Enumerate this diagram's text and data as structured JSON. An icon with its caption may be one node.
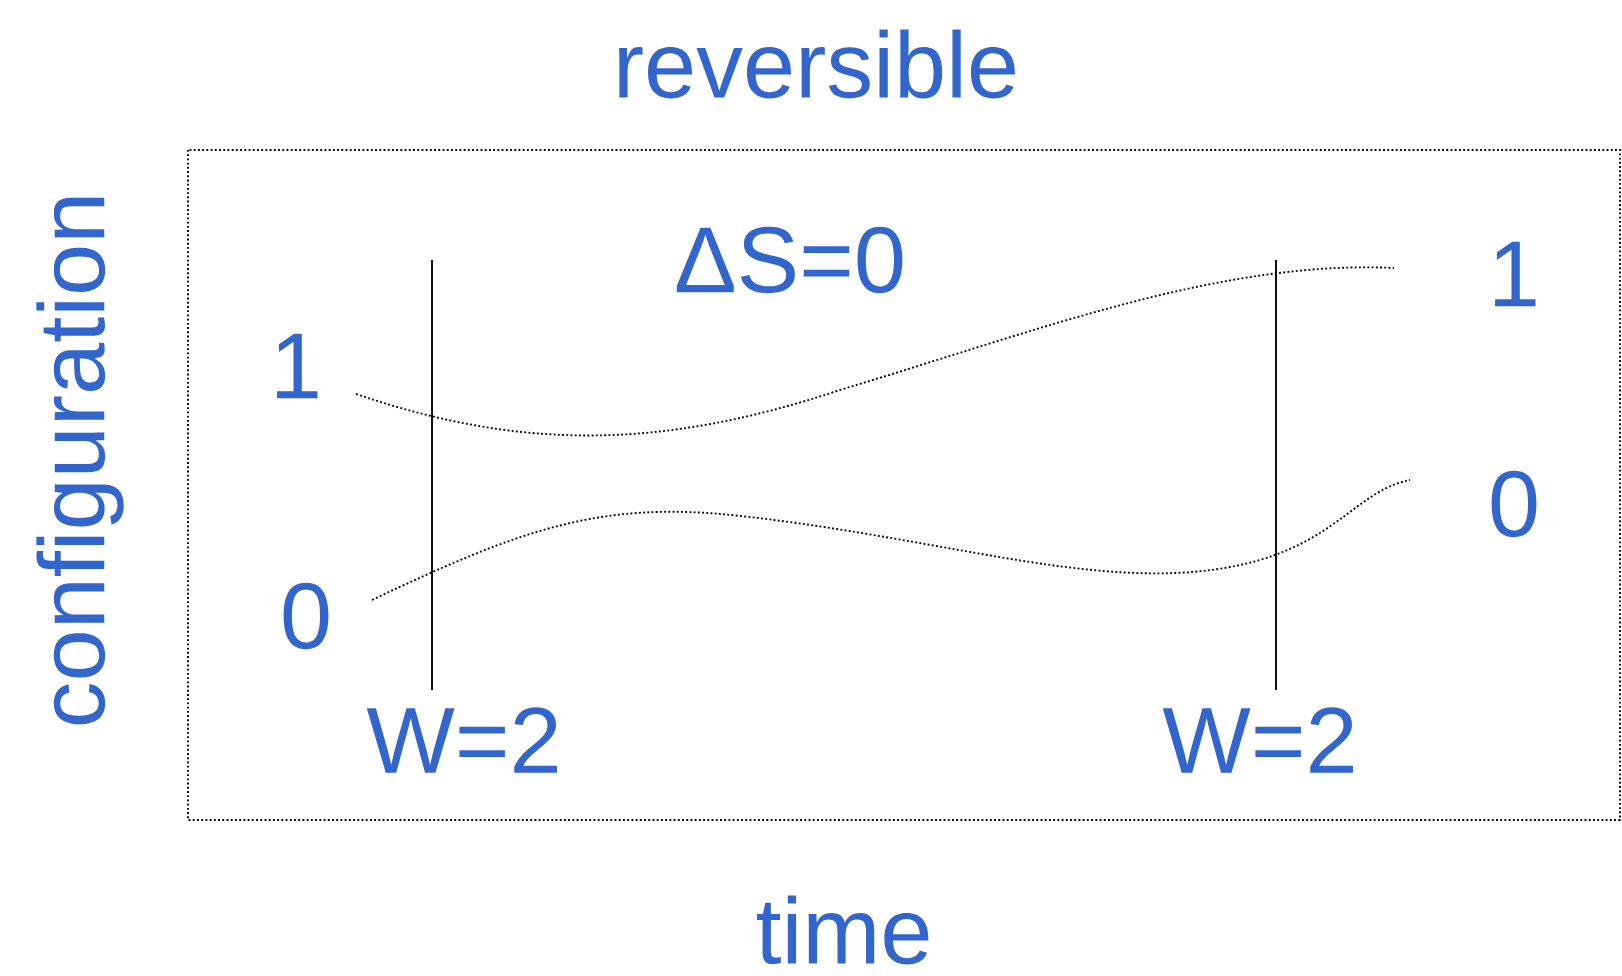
{
  "diagram": {
    "title": "reversible",
    "labels": [
      "configuration",
      "ΔS=0",
      "1",
      "1",
      "0",
      "0",
      "W=2",
      "W=2",
      "time"
    ]
  }
}
